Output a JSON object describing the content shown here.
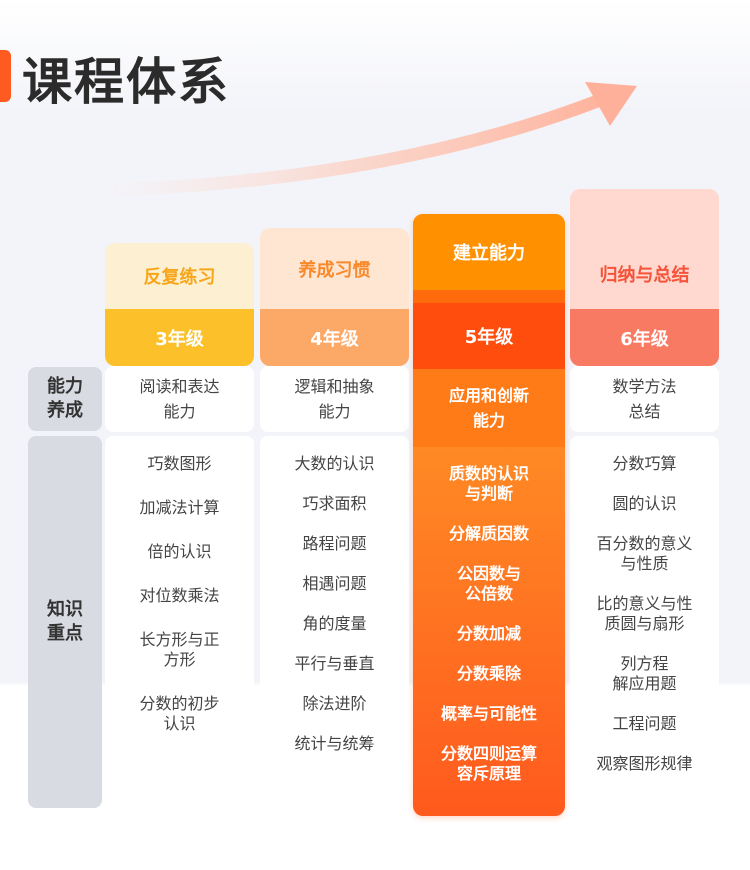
{
  "page_title": "课程体系",
  "row_labels": {
    "ability": [
      "能力",
      "养成"
    ],
    "knowledge": [
      "知识",
      "重点"
    ]
  },
  "columns": [
    {
      "header": "反复练习",
      "grade": "3年级",
      "ability": [
        "阅读和表达",
        "能力"
      ],
      "topics": [
        [
          "巧数图形"
        ],
        [
          "加减法计算"
        ],
        [
          "倍的认识"
        ],
        [
          "对位数乘法"
        ],
        [
          "长方形与正",
          "方形"
        ],
        [
          "分数的初步",
          "认识"
        ]
      ]
    },
    {
      "header": "养成习惯",
      "grade": "4年级",
      "ability": [
        "逻辑和抽象",
        "能力"
      ],
      "topics": [
        [
          "大数的认识"
        ],
        [
          "巧求面积"
        ],
        [
          "路程问题"
        ],
        [
          "相遇问题"
        ],
        [
          "角的度量"
        ],
        [
          "平行与垂直"
        ],
        [
          "除法进阶"
        ],
        [
          "统计与统筹"
        ]
      ]
    },
    {
      "header": "建立能力",
      "grade": "5年级",
      "ability": [
        "应用和创新",
        "能力"
      ],
      "topics": [
        [
          "质数的认识",
          "与判断"
        ],
        [
          "分解质因数"
        ],
        [
          "公因数与",
          "公倍数"
        ],
        [
          "分数加减"
        ],
        [
          "分数乘除"
        ],
        [
          "概率与可能性"
        ],
        [
          "分数四则运算",
          "容斥原理"
        ]
      ]
    },
    {
      "header": "归纳与总结",
      "grade": "6年级",
      "ability": [
        "数学方法",
        "总结"
      ],
      "topics": [
        [
          "分数巧算"
        ],
        [
          "圆的认识"
        ],
        [
          "百分数的意义",
          "与性质"
        ],
        [
          "比的意义与性",
          "质圆与扇形"
        ],
        [
          "列方程",
          "解应用题"
        ],
        [
          "工程问题"
        ],
        [
          "观察图形规律"
        ]
      ]
    }
  ],
  "colors": {
    "accent": "#ff5a1f",
    "grade3": "#fcc12a",
    "grade4": "#fca968",
    "grade5": "#ff4d0d",
    "grade6": "#f97a62"
  }
}
